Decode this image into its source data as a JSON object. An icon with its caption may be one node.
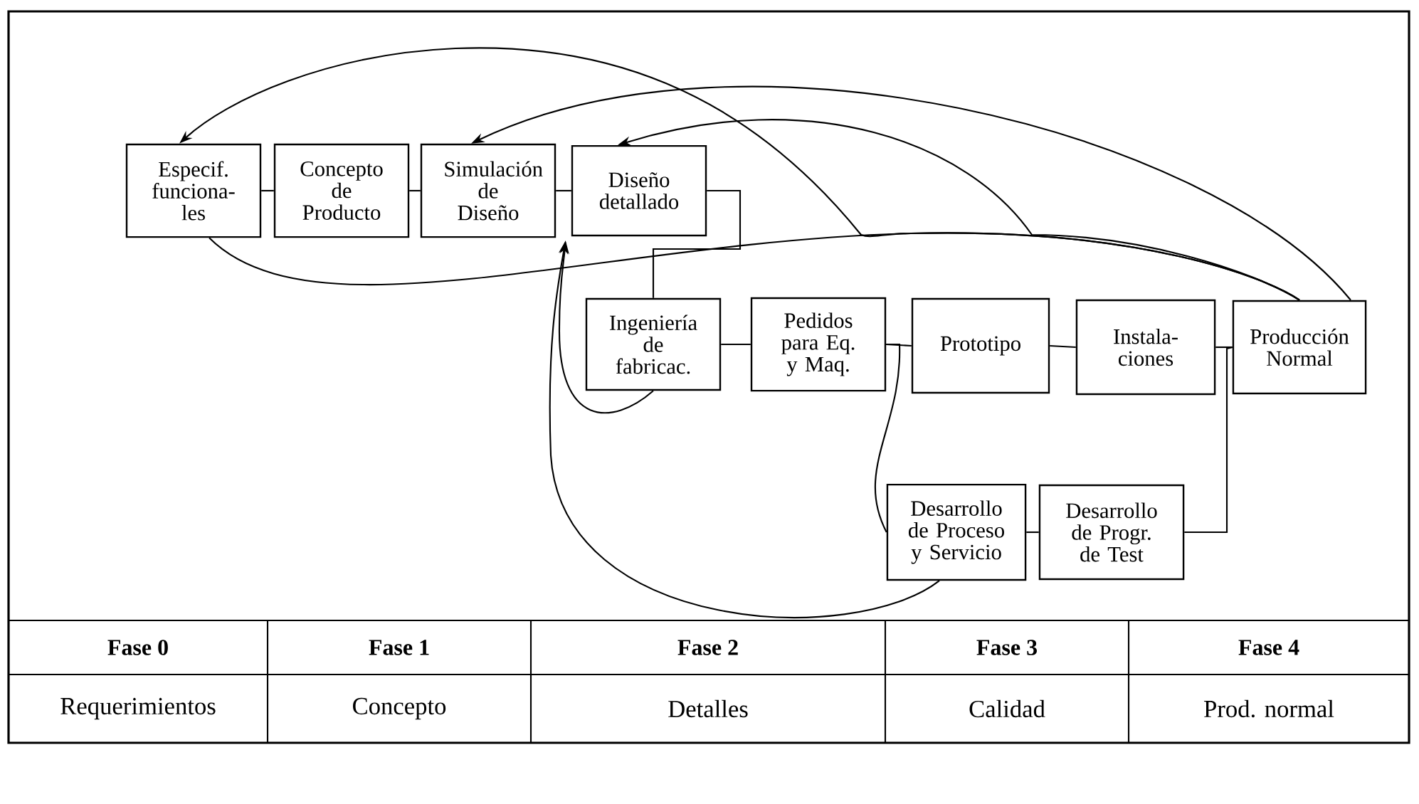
{
  "diagram": {
    "nodes": [
      {
        "text": [
          "Especif. funciona-les"
        ]
      },
      {
        "text": [
          "Concepto de Producto"
        ]
      },
      {
        "text": [
          "Simulación de Diseño"
        ]
      },
      {
        "text": [
          "Diseño detallado"
        ]
      },
      {
        "text": [
          "Ingeniería de fabricac."
        ]
      },
      {
        "text": [
          "Pedidos para Eq. y Maq."
        ]
      },
      {
        "text": [
          "Prototipo"
        ]
      },
      {
        "text": [
          "Instala-ciones"
        ]
      },
      {
        "text": [
          "Producción Normal"
        ]
      },
      {
        "text": [
          "Desarrollo de Proceso y Servicio"
        ]
      },
      {
        "text": [
          "Desarrollo de Progr. de Test"
        ]
      }
    ],
    "edges": [
      {
        "from": 0,
        "to": 1,
        "arrow": "none"
      },
      {
        "from": 1,
        "to": 2,
        "arrow": "none"
      },
      {
        "from": 2,
        "to": 3,
        "arrow": "none"
      },
      {
        "from": 3,
        "to": 4,
        "arrow": "none"
      },
      {
        "from": 4,
        "to": 5,
        "arrow": "none"
      },
      {
        "from": 5,
        "to": 6,
        "arrow": "none"
      },
      {
        "from": 6,
        "to": 7,
        "arrow": "none"
      },
      {
        "from": 7,
        "to": 8,
        "arrow": "none"
      },
      {
        "from": 5,
        "to": 9,
        "arrow": "none"
      },
      {
        "from": 9,
        "to": 10,
        "arrow": "none"
      },
      {
        "from": 10,
        "to": 8,
        "arrow": "none"
      },
      {
        "from": 0,
        "to": 8,
        "arrow": "none"
      },
      {
        "from": 8,
        "to": 0,
        "arrow": "to"
      },
      {
        "from": 8,
        "to": 3,
        "arrow": "to"
      },
      {
        "from": 8,
        "to": 2,
        "arrow": "to"
      },
      {
        "from": 4,
        "to": 3,
        "arrow": "to"
      },
      {
        "from": 9,
        "to": 3,
        "arrow": "to"
      }
    ],
    "labels": [
      "Fase 0",
      "Fase 1",
      "Fase 2",
      "Fase 3",
      "Fase 4",
      "Requerimientos",
      "Concepto",
      "Detalles",
      "Calidad",
      "Prod. normal"
    ]
  }
}
